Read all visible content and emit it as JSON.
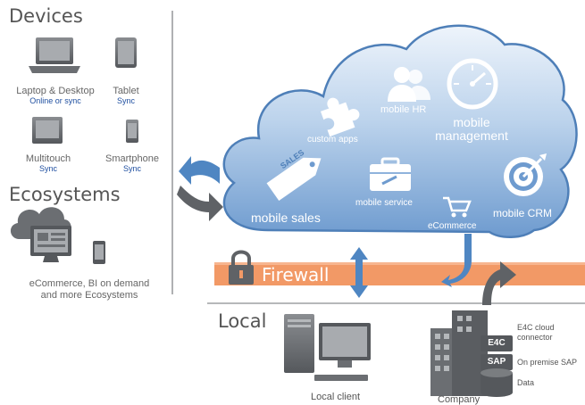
{
  "sections": {
    "devices": "Devices",
    "ecosystems": "Ecosystems",
    "local": "Local"
  },
  "devices": [
    {
      "label": "Laptop & Desktop",
      "sub": "Online or sync"
    },
    {
      "label": "Tablet",
      "sub": "Sync"
    },
    {
      "label": "Multitouch",
      "sub": "Sync"
    },
    {
      "label": "Smartphone",
      "sub": "Sync"
    }
  ],
  "ecosystem": {
    "line1": "eCommerce, BI on demand",
    "line2": "and more Ecosystems"
  },
  "cloud": {
    "mobile_hr": "mobile HR",
    "custom_apps": "custom apps",
    "mobile_management_1": "mobile",
    "mobile_management_2": "management",
    "sales_tag": "SALES",
    "mobile_sales": "mobile sales",
    "mobile_service": "mobile service",
    "ecommerce": "eCommerce",
    "mobile_crm": "mobile CRM"
  },
  "firewall": "Firewall",
  "local": {
    "client": "Local client",
    "company": "Company",
    "e4c_badge": "E4C",
    "e4c_label_1": "E4C cloud",
    "e4c_label_2": "connector",
    "sap_badge": "SAP",
    "sap_label": "On premise SAP",
    "data_label": "Data"
  },
  "colors": {
    "cloud_top": "#e9f1fa",
    "cloud_bottom": "#6f9dd0",
    "cloud_edge": "#4e7fb8",
    "firewall": "#f29966",
    "arrow_blue": "#4f86c2",
    "arrow_gray": "#5f6266",
    "icon_gray": "#6b6e72"
  }
}
